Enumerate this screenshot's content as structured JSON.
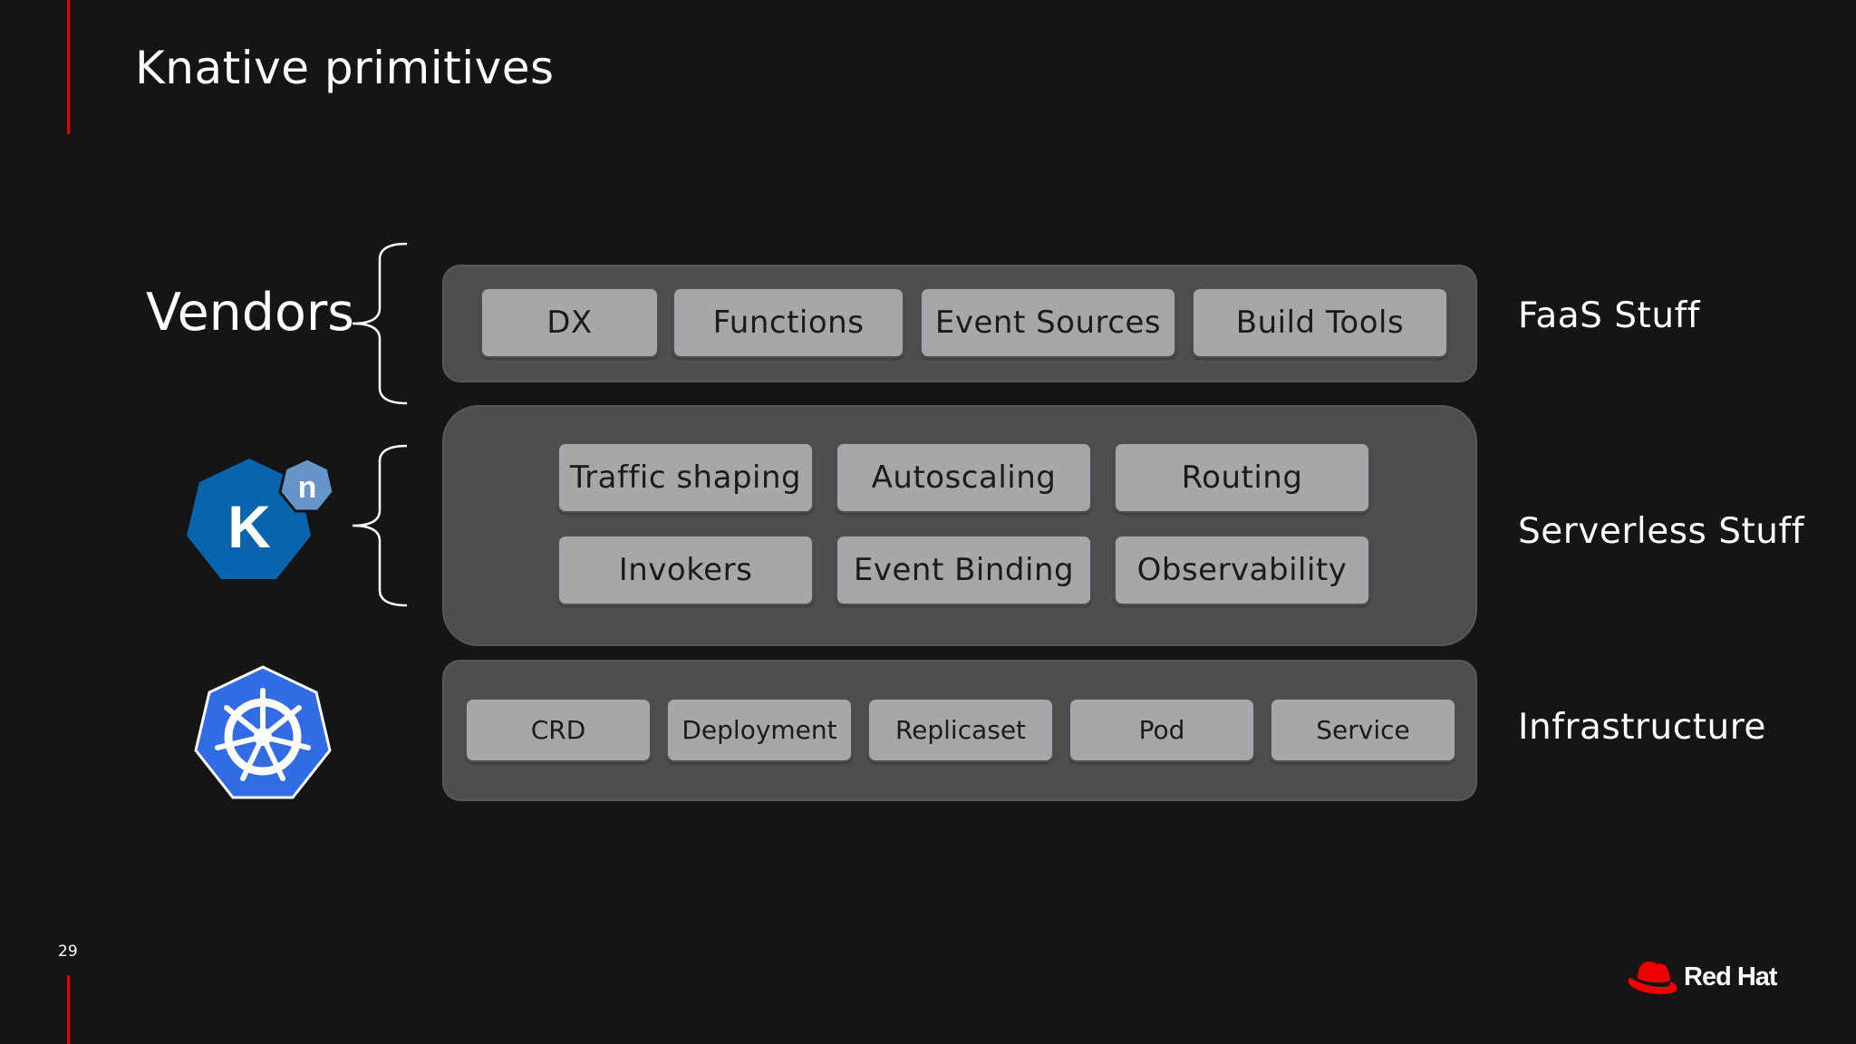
{
  "slide": {
    "title": "Knative primitives",
    "page_number": "29"
  },
  "layers": {
    "vendors_label": "Vendors",
    "faas": {
      "label": "FaaS Stuff",
      "items": [
        "DX",
        "Functions",
        "Event Sources",
        "Build Tools"
      ]
    },
    "serverless": {
      "label": "Serverless Stuff",
      "items": [
        "Traffic shaping",
        "Autoscaling",
        "Routing",
        "Invokers",
        "Event Binding",
        "Observability"
      ]
    },
    "infrastructure": {
      "label": "Infrastructure",
      "items": [
        "CRD",
        "Deployment",
        "Replicaset",
        "Pod",
        "Service"
      ]
    }
  },
  "logos": {
    "knative_icon": "knative-logo",
    "knative_letter": "K",
    "knative_badge_letter": "n",
    "kubernetes_icon": "kubernetes-helm-logo",
    "brand": "Red Hat",
    "brand_icon": "red-hat-fedora-icon"
  },
  "colors": {
    "background": "#151515",
    "accent": "#ee0000",
    "layer_fill": "#4f4e4f",
    "chip_fill": "#a7a6a8",
    "knative_blue": "#0865ad",
    "knative_badge": "#6695ca",
    "kubernetes_blue": "#326ce5"
  }
}
